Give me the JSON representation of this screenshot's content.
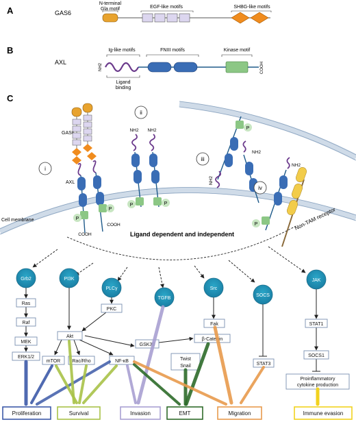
{
  "panels": {
    "a": "A",
    "b": "B",
    "c": "C"
  },
  "panel_a": {
    "protein": "GAS6",
    "gla_line1": "N-terminal",
    "gla_line2": "Gla motif",
    "egf": "EGF-like motifs",
    "shbg": "SHBG-like motifs"
  },
  "panel_b": {
    "protein": "AXL",
    "nh2": "NH2",
    "cooh": "COOH",
    "ig": "Ig-like motifs",
    "fniii": "FNIII motifs",
    "kinase": "Kinase motif",
    "ligand_line1": "Ligand",
    "ligand_line2": "binding"
  },
  "panel_c": {
    "gas6": "GAS6",
    "axl": "AXL",
    "roman": [
      "i",
      "ii",
      "iii",
      "iv"
    ],
    "p": "P",
    "nh2": "NH2",
    "cooh": "COOH",
    "cell_membrane": "Cell membrane",
    "ligand_dep": "Ligand dependent and independent",
    "non_tam": "Non-TAM receptor"
  },
  "pathway": {
    "circles": [
      "Grb2",
      "PI3K",
      "PLCγ",
      "TGFB",
      "Src",
      "SOCS",
      "JAK"
    ],
    "boxes": {
      "ras": "Ras",
      "raf": "Raf",
      "mek": "MEK",
      "erk": "ERK1/2",
      "akt": "Akt",
      "mtor": "mTOR",
      "rac": "Rac/Rho",
      "nfkb": "NF-κB",
      "pkc": "PKC",
      "gsk": "GSK3β",
      "bcat": "β-Catenin",
      "twist1": "Twist",
      "twist2": "Snail",
      "fak": "Fak",
      "stat3": "STAT3",
      "stat1": "STAT1",
      "socs1": "SOCS1",
      "cyto1": "Proinflammatory",
      "cyto2": "cytokine production"
    },
    "outcomes": [
      "Proliferation",
      "Survival",
      "Invasion",
      "EMT",
      "Migration",
      "Immune evasion"
    ]
  },
  "colors": {
    "gla": "#e8a32e",
    "egf": "#dcd6ef",
    "shbg": "#f08c1e",
    "fniii": "#3a6db5",
    "kinase": "#8cc785",
    "ig": "#6b3a8c",
    "proliferation": "#3d5aa8",
    "survival": "#a8c248",
    "invasion": "#a8a0d2",
    "emt": "#2e6b2a",
    "migration": "#e89a4c",
    "immune": "#f2d21e"
  }
}
